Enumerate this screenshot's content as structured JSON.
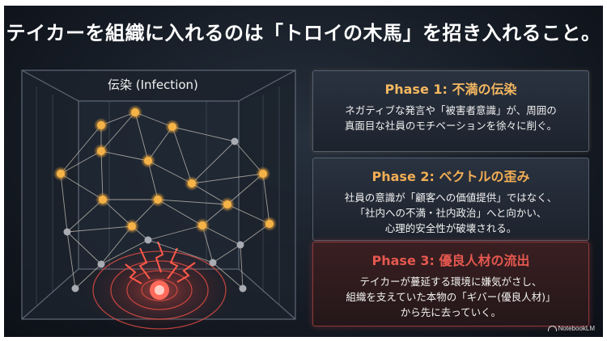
{
  "title": "テイカーを組織に入れるのは「トロイの木馬」を招き入れること。",
  "diagram": {
    "label": "伝染 (Infection)"
  },
  "phases": [
    {
      "heading": "Phase 1: 不満の伝染",
      "lines": [
        "ネガティブな発言や「被害者意識」が、周囲の",
        "真面目な社員のモチベーションを徐々に削ぐ。"
      ]
    },
    {
      "heading": "Phase 2: ベクトルの歪み",
      "lines": [
        "社員の意識が「顧客への価値提供」ではなく、",
        "「社内への不満・社内政治」へと向かい、",
        "心理的安全性が破壊される。"
      ]
    },
    {
      "heading": "Phase 3: 優良人材の流出",
      "lines": [
        "テイカーが蔓延する環境に嫌気がさし、",
        "組織を支えていた本物の「ギバー(優良人材)」",
        "から先に去っていく。"
      ]
    }
  ],
  "brand": "NotebookLM",
  "colors": {
    "accent_gold": "#f4b860",
    "alert_red": "#e5584f",
    "background": "#151b24"
  }
}
